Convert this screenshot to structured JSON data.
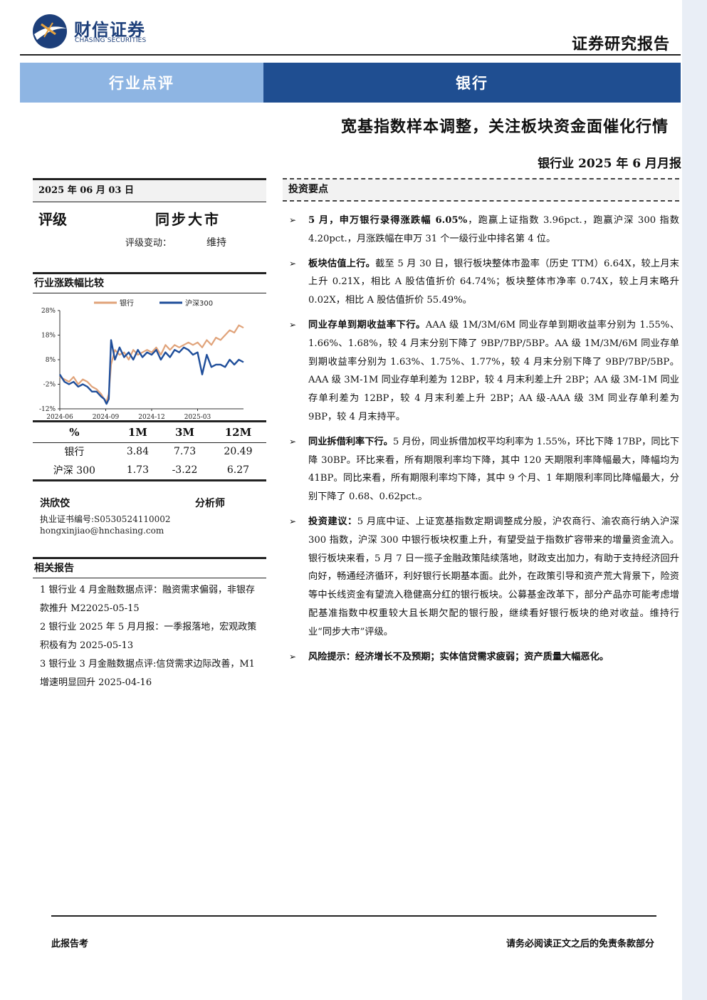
{
  "header": {
    "logo_cn": "财信证券",
    "logo_en": "CHASING SECURITIES",
    "report_type": "证券研究报告",
    "band_left": "行业点评",
    "band_right": "银行",
    "title": "宽基指数样本调整，关注板块资金面催化行情",
    "subtitle": "银行业 2025 年 6 月月报"
  },
  "left": {
    "date": "2025 年 06 月 03 日",
    "rating_label": "评级",
    "rating_value": "同步大市",
    "rating_change_label": "评级变动：",
    "rating_change_value": "维持",
    "chart_heading": "行业涨跌幅比较",
    "perf_table": {
      "headers": [
        "%",
        "1M",
        "3M",
        "12M"
      ],
      "rows": [
        [
          "银行",
          "3.84",
          "7.73",
          "20.49"
        ],
        [
          "沪深 300",
          "1.73",
          "-3.22",
          "6.27"
        ]
      ]
    },
    "analyst": {
      "name": "洪欣佼",
      "title": "分析师",
      "cert": "执业证书编号:S0530524110002",
      "email": "hongxinjiao@hnchasing.com"
    },
    "related_heading": "相关报告",
    "related": [
      "1 银行业 4 月金融数据点评：融资需求偏弱，非银存款推升 M22025-05-15",
      "2 银行业 2025 年 5 月月报：一季报落地，宏观政策积极有为 2025-05-13",
      "3 银行业 3 月金融数据点评:信贷需求边际改善，M1 增速明显回升 2025-04-16"
    ]
  },
  "chart_data": {
    "type": "line",
    "title": "",
    "xlabel": "",
    "ylabel": "",
    "ylim": [
      -12,
      28
    ],
    "y_ticks": [
      "28%",
      "18%",
      "8%",
      "-2%",
      "-12%"
    ],
    "y_tick_values": [
      28,
      18,
      8,
      -2,
      -12
    ],
    "x_ticks": [
      "2024-06",
      "2024-09",
      "2024-12",
      "2025-03"
    ],
    "x_tick_months": [
      0,
      3,
      6,
      9
    ],
    "x_max_month": 12,
    "legend_position": "top",
    "colors": {
      "银行": "#e0a37a",
      "沪深300": "#1f4e9a"
    },
    "series": [
      {
        "name": "银行",
        "x": [
          0,
          0.3,
          0.6,
          0.9,
          1.2,
          1.5,
          1.8,
          2.1,
          2.4,
          2.7,
          2.9,
          3.05,
          3.2,
          3.35,
          3.6,
          3.9,
          4.2,
          4.5,
          4.8,
          5.1,
          5.4,
          5.7,
          6.0,
          6.3,
          6.6,
          6.9,
          7.2,
          7.5,
          7.8,
          8.1,
          8.4,
          8.7,
          9.0,
          9.3,
          9.6,
          9.9,
          10.2,
          10.5,
          10.8,
          11.1,
          11.4,
          11.7,
          12.0
        ],
        "y": [
          1,
          0,
          -1,
          1,
          -2,
          0,
          -1,
          -3,
          -4,
          -6,
          -8,
          -9,
          -6,
          6,
          12,
          10,
          11,
          8,
          12,
          10,
          11,
          12,
          11,
          13,
          10,
          14,
          12,
          14,
          13,
          14,
          15,
          14,
          15,
          13,
          16,
          14,
          17,
          16,
          18,
          20,
          19,
          22,
          21
        ]
      },
      {
        "name": "沪深300",
        "x": [
          0,
          0.3,
          0.6,
          0.9,
          1.2,
          1.5,
          1.8,
          2.1,
          2.4,
          2.7,
          2.9,
          3.05,
          3.2,
          3.35,
          3.6,
          3.9,
          4.2,
          4.5,
          4.8,
          5.1,
          5.4,
          5.7,
          6.0,
          6.3,
          6.6,
          6.9,
          7.2,
          7.5,
          7.8,
          8.1,
          8.4,
          8.7,
          9.0,
          9.3,
          9.6,
          9.9,
          10.2,
          10.5,
          10.8,
          11.1,
          11.4,
          11.7,
          12.0
        ],
        "y": [
          2,
          -1,
          -2,
          -1,
          -3,
          -2,
          -3,
          -5,
          -5,
          -7,
          -8,
          -10,
          -8,
          16,
          8,
          13,
          9,
          11,
          8,
          12,
          9,
          11,
          10,
          12,
          8,
          11,
          9,
          12,
          11,
          13,
          12,
          10,
          11,
          2,
          10,
          5,
          6,
          6,
          5,
          8,
          6,
          8,
          7
        ]
      }
    ]
  },
  "right": {
    "heading": "投资要点",
    "points": [
      {
        "lead": "5 月，申万银行录得涨跌幅 6.05%",
        "text": "，跑赢上证指数 3.96pct.，跑赢沪深 300 指数 4.20pct.，月涨跌幅在申万 31 个一级行业中排名第 4 位。"
      },
      {
        "lead": "板块估值上行。",
        "text": "截至 5 月 30 日，银行板块整体市盈率（历史 TTM）6.64X，较上月末上升 0.21X，相比 A 股估值折价 64.74%；板块整体市净率 0.74X，较上月末略升 0.02X，相比 A 股估值折价 55.49%。"
      },
      {
        "lead": "同业存单到期收益率下行。",
        "text": "AAA 级 1M/3M/6M 同业存单到期收益率分别为 1.55%、1.66%、1.68%，较 4 月末分别下降了 9BP/7BP/5BP。AA 级 1M/3M/6M 同业存单到期收益率分别为 1.63%、1.75%、1.77%，较 4 月末分别下降了 9BP/7BP/5BP。AAA 级 3M-1M 同业存单利差为 12BP，较 4 月末利差上升 2BP；AA 级 3M-1M 同业存单利差为 12BP，较 4 月末利差上升 2BP；AA 级-AAA 级 3M 同业存单利差为 9BP，较 4 月末持平。"
      },
      {
        "lead": "同业拆借利率下行。",
        "text": "5 月份，同业拆借加权平均利率为 1.55%，环比下降 17BP，同比下降 30BP。环比来看，所有期限利率均下降，其中 120 天期限利率降幅最大，降幅均为 41BP。同比来看，所有期限利率均下降，其中 9 个月、1 年期限利率同比降幅最大，分别下降了 0.68、0.62pct.。"
      },
      {
        "lead": "投资建议：",
        "text": "5 月底中证、上证宽基指数定期调整成分股，沪农商行、渝农商行纳入沪深 300 指数，沪深 300 中银行板块权重上升，有望受益于指数扩容带来的增量资金流入。银行板块来看，5 月 7 日一揽子金融政策陆续落地，财政支出加力，有助于支持经济回升向好，畅通经济循环，利好银行长期基本面。此外，在政策引导和资产荒大背景下，险资等中长线资金有望流入稳健高分红的银行板块。公募基金改革下，部分产品亦可能考虑增配基准指数中权重较大且长期欠配的银行股，继续看好银行板块的绝对收益。维持行业“同步大市”评级。"
      },
      {
        "lead": "风险提示：经济增长不及预期；实体信贷需求疲弱；资产质量大幅恶化。",
        "text": ""
      }
    ]
  },
  "footer": {
    "left": "此报告考",
    "right": "请务必阅读正文之后的免责条款部分"
  }
}
